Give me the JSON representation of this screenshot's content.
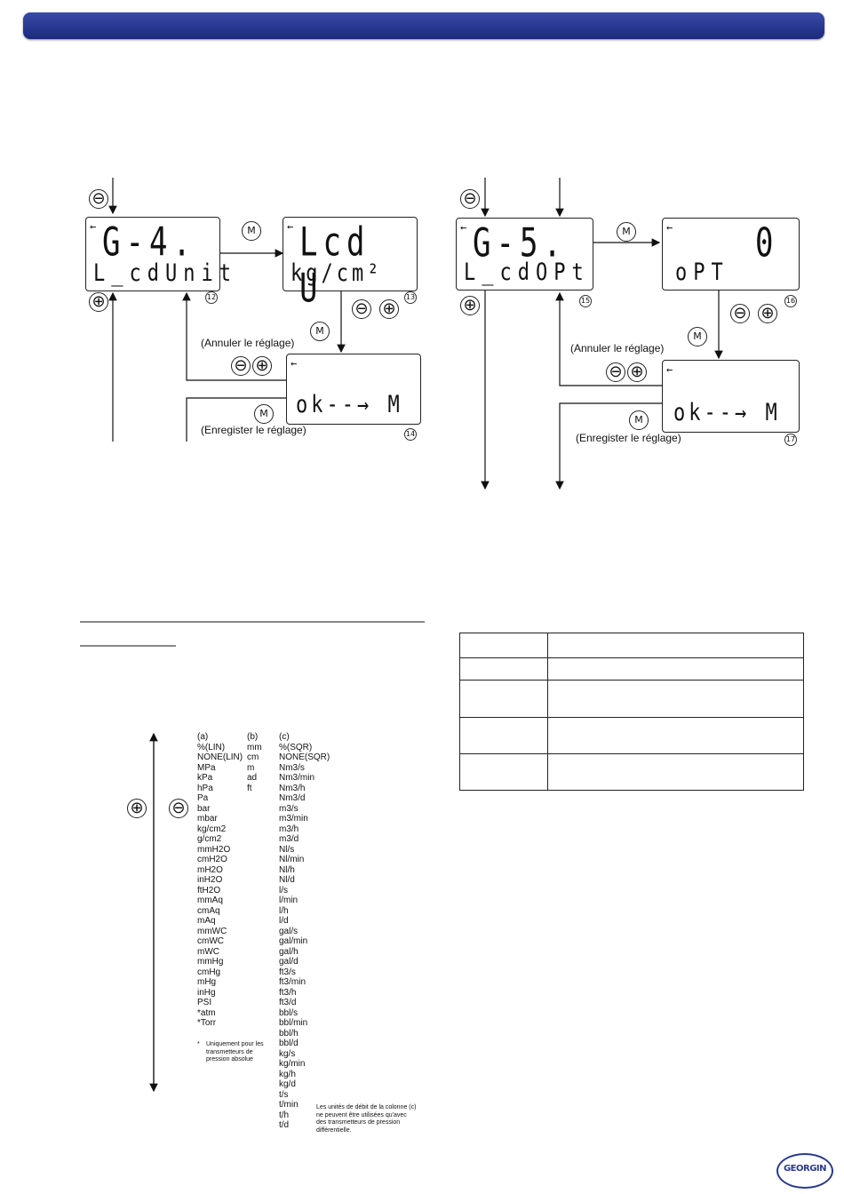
{
  "header": {
    "accent": "#1f2f86"
  },
  "left_flow": {
    "screen_a": {
      "line1": "G-4.",
      "line2": "L_cdUnit",
      "num": "12"
    },
    "screen_b": {
      "line1": "Lcd U",
      "line2": "kg/cm²",
      "num": "13"
    },
    "screen_c": {
      "line2": "ok--→  M",
      "num": "14"
    },
    "cancel_label": "(Annuler le réglage)",
    "save_label": "(Enregister le réglage)"
  },
  "right_flow": {
    "screen_a": {
      "line1": "G-5.",
      "line2": "L_cdOPt",
      "num": "15"
    },
    "screen_b": {
      "line1": "0",
      "line2": "oPT",
      "num": "16"
    },
    "screen_c": {
      "line2": "ok--→  M",
      "num": "17"
    },
    "cancel_label": "(Annuler le réglage)",
    "save_label": "(Enregister le réglage)"
  },
  "buttons": {
    "minus": "⊖",
    "plus": "⊕",
    "mode": "M"
  },
  "units": {
    "col_a": [
      "(a)",
      "%(LIN)",
      "NONE(LIN)",
      "MPa",
      "kPa",
      "hPa",
      "Pa",
      "bar",
      "mbar",
      "kg/cm2",
      "g/cm2",
      "mmH2O",
      "cmH2O",
      "mH2O",
      "inH2O",
      "ftH2O",
      "mmAq",
      "cmAq",
      "mAq",
      "mmWC",
      "cmWC",
      "mWC",
      "mmHg",
      "cmHg",
      "mHg",
      "inHg",
      "PSI",
      "*atm",
      "*Torr"
    ],
    "col_b": [
      "(b)",
      "mm",
      "cm",
      "m",
      "ad",
      "ft"
    ],
    "col_c": [
      "(c)",
      "%(SQR)",
      "NONE(SQR)",
      "Nm3/s",
      "Nm3/min",
      "Nm3/h",
      "Nm3/d",
      "m3/s",
      "m3/min",
      "m3/h",
      "m3/d",
      "Nl/s",
      "Nl/min",
      "Nl/h",
      "Nl/d",
      "l/s",
      "l/min",
      "l/h",
      "l/d",
      "gal/s",
      "gal/min",
      "gal/h",
      "gal/d",
      "ft3/s",
      "ft3/min",
      "ft3/h",
      "ft3/d",
      "bbl/s",
      "bbl/min",
      "bbl/h",
      "bbl/d",
      "kg/s",
      "kg/min",
      "kg/h",
      "kg/d",
      "t/s",
      "t/min",
      "t/h",
      "t/d"
    ],
    "footnote_star": "*",
    "footnote": "Uniquement pour les transmetteurs de pression absolue",
    "note_c": "Les unités de débit de la colonne (c) ne peuvent être utilisées qu'avec des transmetteurs de pression différentielle."
  },
  "logo": {
    "text": "GEORGIN"
  }
}
